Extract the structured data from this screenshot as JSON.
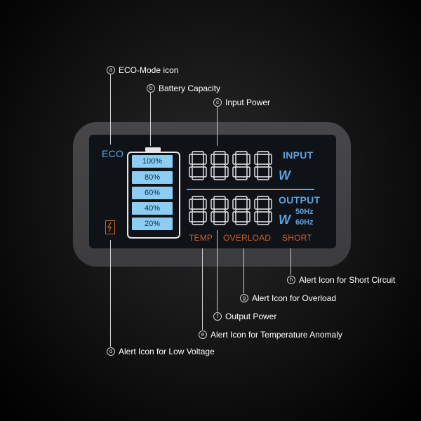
{
  "display": {
    "eco_label": "ECO",
    "battery_levels": [
      "100%",
      "80%",
      "60%",
      "40%",
      "20%"
    ],
    "input_digits": "8888",
    "input_unit": "W",
    "input_label": "INPUT",
    "output_digits": "8888",
    "output_unit": "W",
    "output_label": "OUTPUT",
    "freq_50": "50Hz",
    "freq_60": "60Hz",
    "alert_temp": "TEMP",
    "alert_overload": "OVERLOAD",
    "alert_short": "SHORT"
  },
  "callouts": {
    "a": {
      "marker": "a",
      "text": "ECO-Mode icon"
    },
    "b": {
      "marker": "b",
      "text": "Battery Capacity"
    },
    "c": {
      "marker": "c",
      "text": "Input Power"
    },
    "d": {
      "marker": "d",
      "text": "Alert Icon for Low Voltage"
    },
    "e": {
      "marker": "e",
      "text": "Alert Icon for Temperature Anomaly"
    },
    "f": {
      "marker": "f",
      "text": "Output Power"
    },
    "g": {
      "marker": "g",
      "text": "Alert Icon for Overload"
    },
    "h": {
      "marker": "h",
      "text": "Alert Icon for Short Circuit"
    }
  },
  "colors": {
    "accent_blue": "#5fa3e0",
    "battery_fill": "#8ccdf1",
    "alert_orange": "#c9622e",
    "screen_bg": "#0f1217",
    "frame_gray": "#404043"
  }
}
